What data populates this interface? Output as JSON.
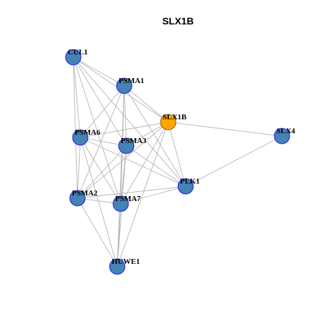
{
  "graph": {
    "title": "SLX1B",
    "colors": {
      "node_fill": "#4682b4",
      "node_border": "#1a1aff",
      "hub_fill": "#ffa500",
      "hub_border": "#8a5a00",
      "edge": "#b3b3b3"
    },
    "nodes": [
      {
        "id": "CUL1",
        "label": "CUL1",
        "hub": false
      },
      {
        "id": "PSMA1",
        "label": "PSMA1",
        "hub": false
      },
      {
        "id": "SLX1B",
        "label": "SLX1B",
        "hub": true
      },
      {
        "id": "SLX4",
        "label": "SLX4",
        "hub": false
      },
      {
        "id": "PSMA6",
        "label": "PSMA6",
        "hub": false
      },
      {
        "id": "PSMA3",
        "label": "PSMA3",
        "hub": false
      },
      {
        "id": "PLK1",
        "label": "PLK1",
        "hub": false
      },
      {
        "id": "PSMA2",
        "label": "PSMA2",
        "hub": false
      },
      {
        "id": "PSMA7",
        "label": "PSMA7",
        "hub": false
      },
      {
        "id": "HUWE1",
        "label": "HUWE1",
        "hub": false
      }
    ],
    "edges": [
      [
        "CUL1",
        "PSMA1"
      ],
      [
        "CUL1",
        "SLX1B"
      ],
      [
        "CUL1",
        "PSMA6"
      ],
      [
        "CUL1",
        "PSMA3"
      ],
      [
        "CUL1",
        "PSMA2"
      ],
      [
        "CUL1",
        "PSMA7"
      ],
      [
        "CUL1",
        "PLK1"
      ],
      [
        "PSMA1",
        "SLX1B"
      ],
      [
        "PSMA1",
        "PSMA6"
      ],
      [
        "PSMA1",
        "PSMA3"
      ],
      [
        "PSMA1",
        "PSMA2"
      ],
      [
        "PSMA1",
        "PSMA7"
      ],
      [
        "PSMA1",
        "HUWE1"
      ],
      [
        "PSMA1",
        "PLK1"
      ],
      [
        "SLX1B",
        "SLX4"
      ],
      [
        "SLX1B",
        "PSMA6"
      ],
      [
        "SLX1B",
        "PSMA3"
      ],
      [
        "SLX1B",
        "PLK1"
      ],
      [
        "SLX1B",
        "PSMA2"
      ],
      [
        "SLX1B",
        "PSMA7"
      ],
      [
        "SLX1B",
        "HUWE1"
      ],
      [
        "SLX4",
        "PLK1"
      ],
      [
        "PSMA6",
        "PSMA3"
      ],
      [
        "PSMA6",
        "PSMA2"
      ],
      [
        "PSMA6",
        "PSMA7"
      ],
      [
        "PSMA6",
        "PLK1"
      ],
      [
        "PSMA6",
        "HUWE1"
      ],
      [
        "PSMA3",
        "PSMA2"
      ],
      [
        "PSMA3",
        "PSMA7"
      ],
      [
        "PSMA3",
        "PLK1"
      ],
      [
        "PSMA3",
        "HUWE1"
      ],
      [
        "PSMA2",
        "PSMA7"
      ],
      [
        "PSMA2",
        "PLK1"
      ],
      [
        "PSMA2",
        "HUWE1"
      ],
      [
        "PSMA7",
        "PLK1"
      ],
      [
        "PSMA7",
        "HUWE1"
      ]
    ]
  }
}
